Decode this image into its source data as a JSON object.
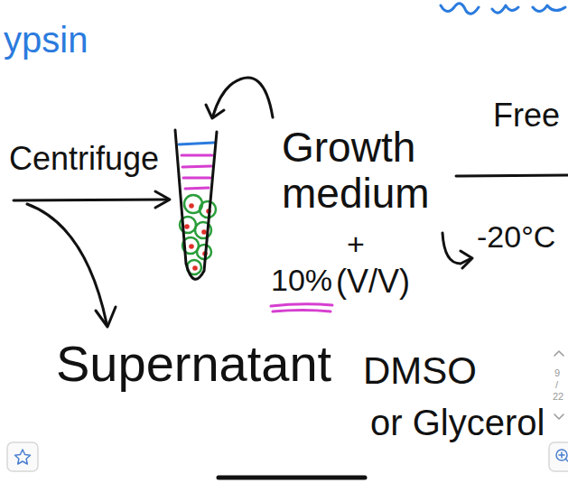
{
  "diagram": {
    "labels": [
      "ypsin",
      "Centrifuge",
      "Growth medium",
      "Free",
      "-20°C",
      "+",
      "10%",
      "(V/V)",
      "Supernatant",
      "DMSO",
      "or Glycerol",
      "9",
      "/",
      "22"
    ]
  }
}
